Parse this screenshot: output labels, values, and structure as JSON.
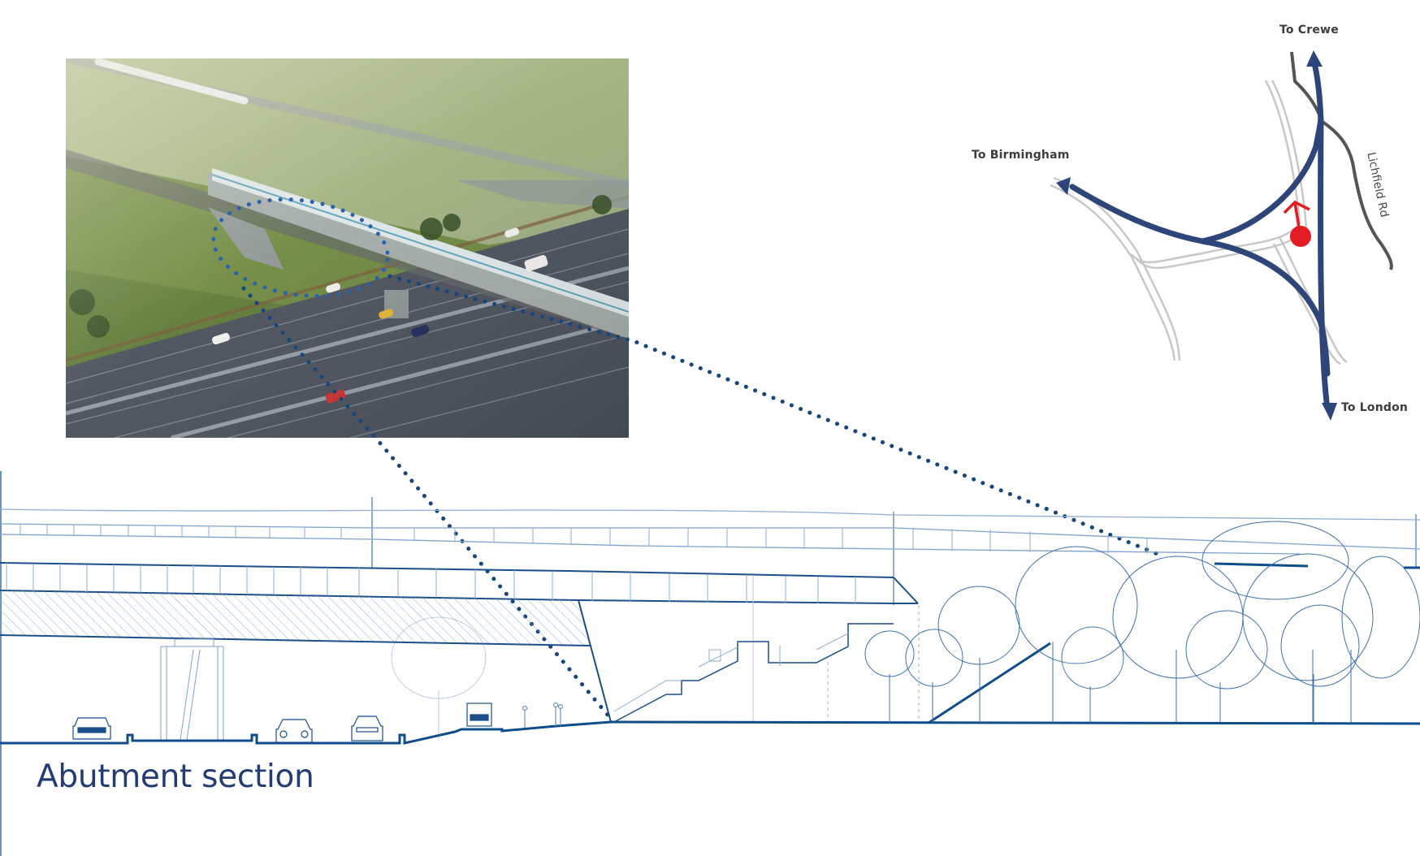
{
  "title": "Abutment section",
  "photo": {
    "description": "Aerial rendering of a high-speed train crossing a viaduct over a motorway, with a dotted circle highlighting the bridge abutment",
    "highlight": "abutment"
  },
  "map": {
    "labels": {
      "crewe": "To Crewe",
      "birmingham": "To Birmingham",
      "london": "To London",
      "road": "Lichfield Rd"
    },
    "marker": "viewpoint"
  },
  "section": {
    "elements": [
      "viaduct deck",
      "parapet",
      "overhead line",
      "pier",
      "abutment",
      "stairs",
      "motorway lanes",
      "trees",
      "pedestrians",
      "vehicles"
    ]
  },
  "colors": {
    "navy": "#2e4579",
    "line_blue": "#0f4c8a",
    "light_line": "#6d93c0",
    "marker_red": "#e31b23",
    "title_blue": "#233c74",
    "existing_rail_grey": "#c8c8c8",
    "road_grey": "#555555"
  }
}
